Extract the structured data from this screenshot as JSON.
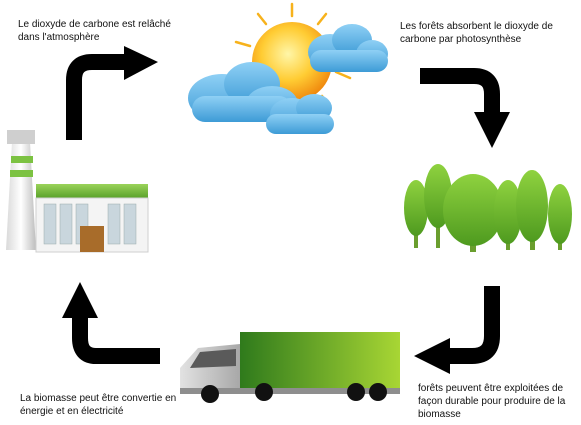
{
  "captions": {
    "released": "Le dioxyde de carbone est relâché dans l'atmosphère",
    "absorb": "Les forêts absorbent le dioxyde de carbone par photosynthèse",
    "harvest": "forêts peuvent être exploitées de façon durable pour produire de la biomasse",
    "convert": "La biomasse peut être convertie en énergie et en électricité"
  },
  "colors": {
    "arrow": "#000000",
    "sun": "#f7a41c",
    "cloud": "#5aaee0",
    "tree": "#6bbf2a",
    "truck_cargo": "#3f8f22",
    "factory_stripe": "#7cc242"
  },
  "icons": [
    "sun-icon",
    "cloud-icon",
    "tree-icon",
    "truck-icon",
    "factory-icon",
    "arrow-icon"
  ]
}
